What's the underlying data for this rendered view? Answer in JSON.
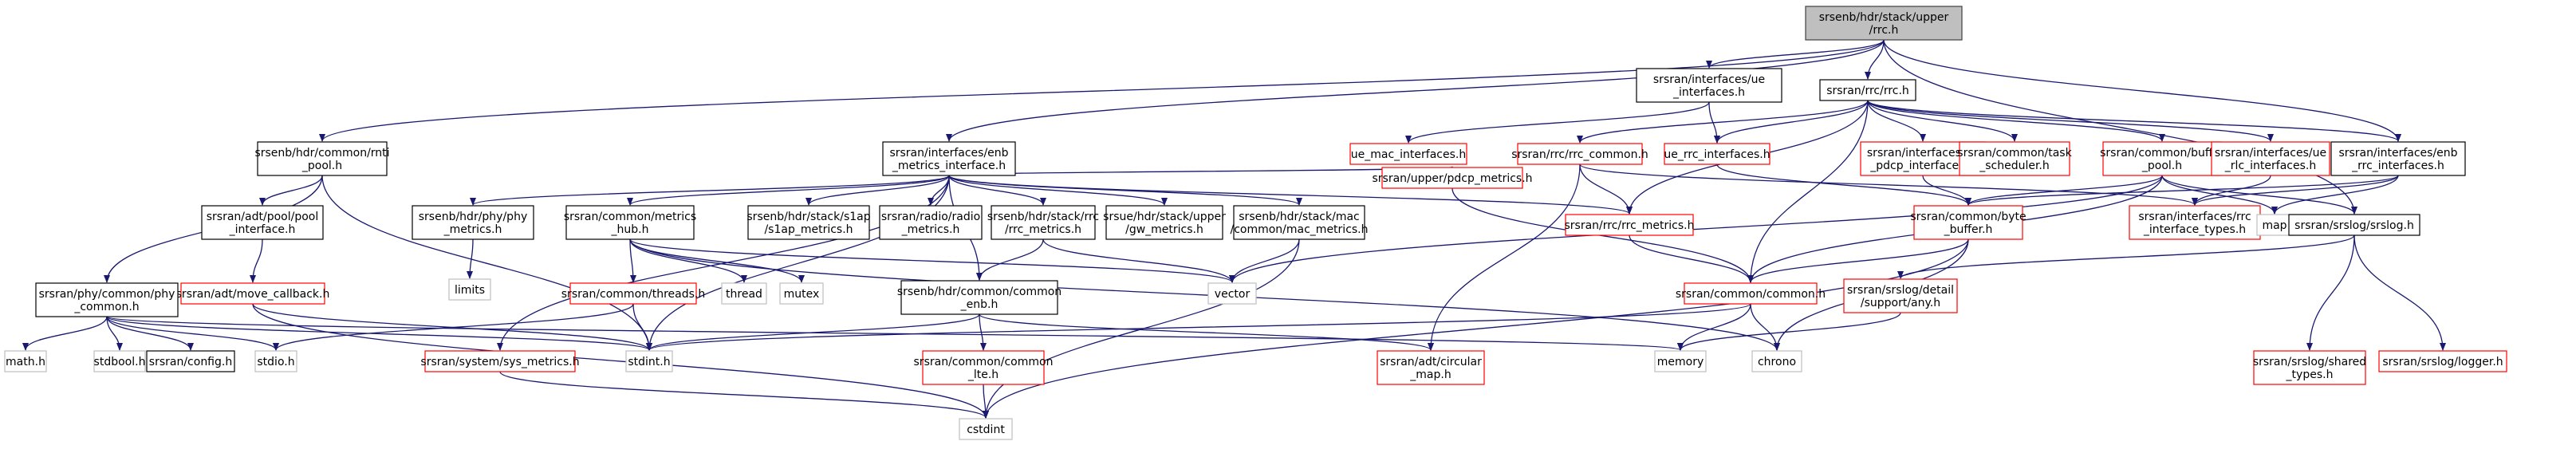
{
  "colors": {
    "edge": "#191970",
    "root_fill": "#bfbfbf",
    "root_border": "#404040",
    "normal_border": "#000000",
    "missing_border": "#ff0000",
    "system_border": "#bfbfbf",
    "box_fill": "#ffffff"
  },
  "nodes": [
    {
      "id": "root",
      "kind": "root",
      "lines": [
        "srsenb/hdr/stack/upper",
        "/rrc.h"
      ]
    },
    {
      "id": "mtl_pool",
      "kind": "normal",
      "lines": [
        "srsenb/hdr/common/rnti",
        "_pool.h"
      ]
    },
    {
      "id": "enb_metrics_if",
      "kind": "normal",
      "lines": [
        "srsran/interfaces/enb",
        "_metrics_interface.h"
      ]
    },
    {
      "id": "ue_interfaces",
      "kind": "normal",
      "lines": [
        "srsran/interfaces/ue",
        "_interfaces.h"
      ]
    },
    {
      "id": "rrc_h",
      "kind": "normal",
      "lines": [
        "srsran/rrc/rrc.h"
      ]
    },
    {
      "id": "enb_rrc_if",
      "kind": "normal",
      "lines": [
        "srsran/interfaces/enb",
        "_rrc_interfaces.h"
      ]
    },
    {
      "id": "pool_interface",
      "kind": "normal",
      "lines": [
        "srsran/adt/pool/pool",
        "_interface.h"
      ]
    },
    {
      "id": "move_callback",
      "kind": "missing",
      "lines": [
        "srsran/adt/move_callback.h"
      ]
    },
    {
      "id": "phy_common",
      "kind": "normal",
      "lines": [
        "srsran/phy/common/phy",
        "_common.h"
      ]
    },
    {
      "id": "math_h",
      "kind": "system",
      "lines": [
        "math.h"
      ]
    },
    {
      "id": "stdbool_h",
      "kind": "system",
      "lines": [
        "stdbool.h"
      ]
    },
    {
      "id": "config_h",
      "kind": "normal",
      "lines": [
        "srsran/config.h"
      ]
    },
    {
      "id": "stdio_h",
      "kind": "system",
      "lines": [
        "stdio.h"
      ]
    },
    {
      "id": "phy_metrics",
      "kind": "normal",
      "lines": [
        "srsenb/hdr/phy/phy",
        "_metrics.h"
      ]
    },
    {
      "id": "limits",
      "kind": "system",
      "lines": [
        "limits"
      ]
    },
    {
      "id": "metrics_hub",
      "kind": "normal",
      "lines": [
        "srsran/common/metrics",
        "_hub.h"
      ]
    },
    {
      "id": "threads_h",
      "kind": "missing",
      "lines": [
        "srsran/common/threads.h"
      ]
    },
    {
      "id": "thread",
      "kind": "system",
      "lines": [
        "thread"
      ]
    },
    {
      "id": "mutex",
      "kind": "system",
      "lines": [
        "mutex"
      ]
    },
    {
      "id": "sys_metrics",
      "kind": "missing",
      "lines": [
        "srsran/system/sys_metrics.h"
      ]
    },
    {
      "id": "stdint_h",
      "kind": "system",
      "lines": [
        "stdint.h"
      ]
    },
    {
      "id": "s1ap_metrics",
      "kind": "normal",
      "lines": [
        "srsenb/hdr/stack/s1ap",
        "/s1ap_metrics.h"
      ]
    },
    {
      "id": "radio_metrics",
      "kind": "normal",
      "lines": [
        "srsran/radio/radio",
        "_metrics.h"
      ]
    },
    {
      "id": "rrc_metrics_enb",
      "kind": "normal",
      "lines": [
        "srsenb/hdr/stack/rrc",
        "/rrc_metrics.h"
      ]
    },
    {
      "id": "gw_metrics",
      "kind": "normal",
      "lines": [
        "srsue/hdr/stack/upper",
        "/gw_metrics.h"
      ]
    },
    {
      "id": "mac_metrics",
      "kind": "normal",
      "lines": [
        "srsenb/hdr/stack/mac",
        "/common/mac_metrics.h"
      ]
    },
    {
      "id": "common_enb",
      "kind": "normal",
      "lines": [
        "srsenb/hdr/common/common",
        "_enb.h"
      ]
    },
    {
      "id": "common_lte",
      "kind": "missing",
      "lines": [
        "srsran/common/common",
        "_lte.h"
      ]
    },
    {
      "id": "cstdint",
      "kind": "system",
      "lines": [
        "cstdint"
      ]
    },
    {
      "id": "circular_map",
      "kind": "missing",
      "lines": [
        "srsran/adt/circular",
        "_map.h"
      ]
    },
    {
      "id": "vector",
      "kind": "system",
      "lines": [
        "vector"
      ]
    },
    {
      "id": "pdcp_metrics",
      "kind": "missing",
      "lines": [
        "srsran/upper/pdcp_metrics.h"
      ]
    },
    {
      "id": "rrc_metrics",
      "kind": "missing",
      "lines": [
        "srsran/rrc/rrc_metrics.h"
      ]
    },
    {
      "id": "ue_mac_if",
      "kind": "missing",
      "lines": [
        "ue_mac_interfaces.h"
      ]
    },
    {
      "id": "rrc_common",
      "kind": "missing",
      "lines": [
        "srsran/rrc/rrc_common.h"
      ]
    },
    {
      "id": "ue_rrc_if",
      "kind": "missing",
      "lines": [
        "ue_rrc_interfaces.h"
      ]
    },
    {
      "id": "ue_pdcp_if",
      "kind": "missing",
      "lines": [
        "srsran/interfaces/ue",
        "_pdcp_interfaces.h"
      ]
    },
    {
      "id": "task_scheduler",
      "kind": "missing",
      "lines": [
        "srsran/common/task",
        "_scheduler.h"
      ]
    },
    {
      "id": "buffer_pool",
      "kind": "missing",
      "lines": [
        "srsran/common/buffer",
        "_pool.h"
      ]
    },
    {
      "id": "ue_rlc_if",
      "kind": "missing",
      "lines": [
        "srsran/interfaces/ue",
        "_rlc_interfaces.h"
      ]
    },
    {
      "id": "rrc_if_types",
      "kind": "missing",
      "lines": [
        "srsran/interfaces/rrc",
        "_interface_types.h"
      ]
    },
    {
      "id": "byte_buffer",
      "kind": "missing",
      "lines": [
        "srsran/common/byte",
        "_buffer.h"
      ]
    },
    {
      "id": "map",
      "kind": "system",
      "lines": [
        "map"
      ]
    },
    {
      "id": "srslog_h",
      "kind": "normal",
      "lines": [
        "srsran/srslog/srslog.h"
      ]
    },
    {
      "id": "common_h",
      "kind": "missing",
      "lines": [
        "srsran/common/common.h"
      ]
    },
    {
      "id": "detail_any",
      "kind": "missing",
      "lines": [
        "srsran/srslog/detail",
        "/support/any.h"
      ]
    },
    {
      "id": "shared_types",
      "kind": "missing",
      "lines": [
        "srsran/srslog/shared",
        "_types.h"
      ]
    },
    {
      "id": "logger_h",
      "kind": "missing",
      "lines": [
        "srsran/srslog/logger.h"
      ]
    },
    {
      "id": "memory",
      "kind": "system",
      "lines": [
        "memory"
      ]
    },
    {
      "id": "chrono",
      "kind": "system",
      "lines": [
        "chrono"
      ]
    }
  ]
}
